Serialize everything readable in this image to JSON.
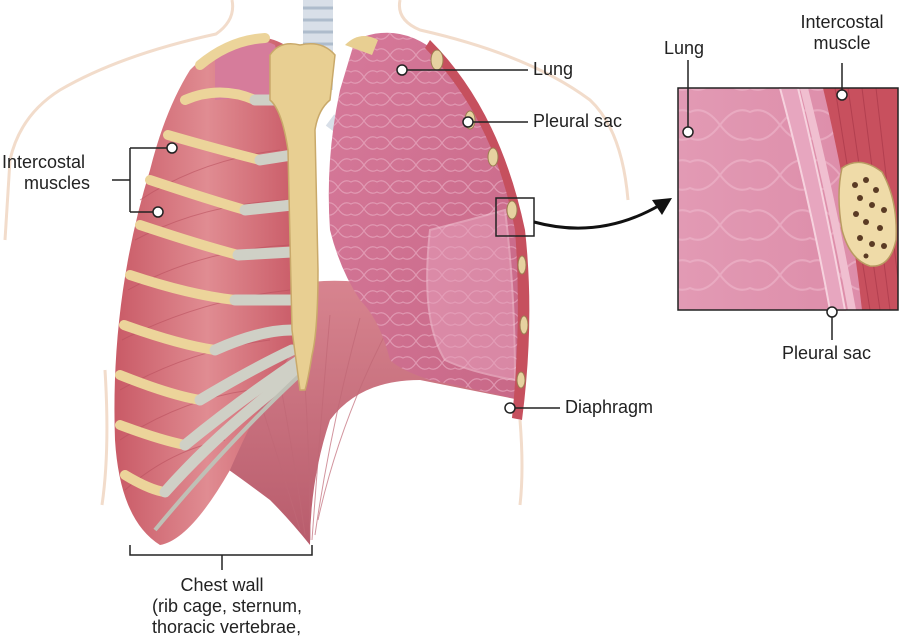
{
  "labels": {
    "intercostal_muscles": [
      "Intercostal",
      "muscles"
    ],
    "lung": "Lung",
    "pleural_sac": "Pleural sac",
    "diaphragm": "Diaphragm",
    "chest_wall": [
      "Chest wall",
      "(rib cage, sternum,",
      "thoracic vertebrae,"
    ],
    "inset_lung": "Lung",
    "inset_intercostal": [
      "Intercostal",
      "muscle"
    ],
    "inset_pleural_sac": "Pleural sac"
  },
  "colors": {
    "muscle": "#d9737a",
    "muscle_dark": "#b94f5b",
    "rib": "#ecd49a",
    "cartilage": "#cfd0c6",
    "lung": "#d67c9b",
    "lung_light": "#e6a4bc",
    "body_outline": "#f1d9c6",
    "diaphragm": "#cf7684",
    "bone_spot": "#5a3b24"
  }
}
